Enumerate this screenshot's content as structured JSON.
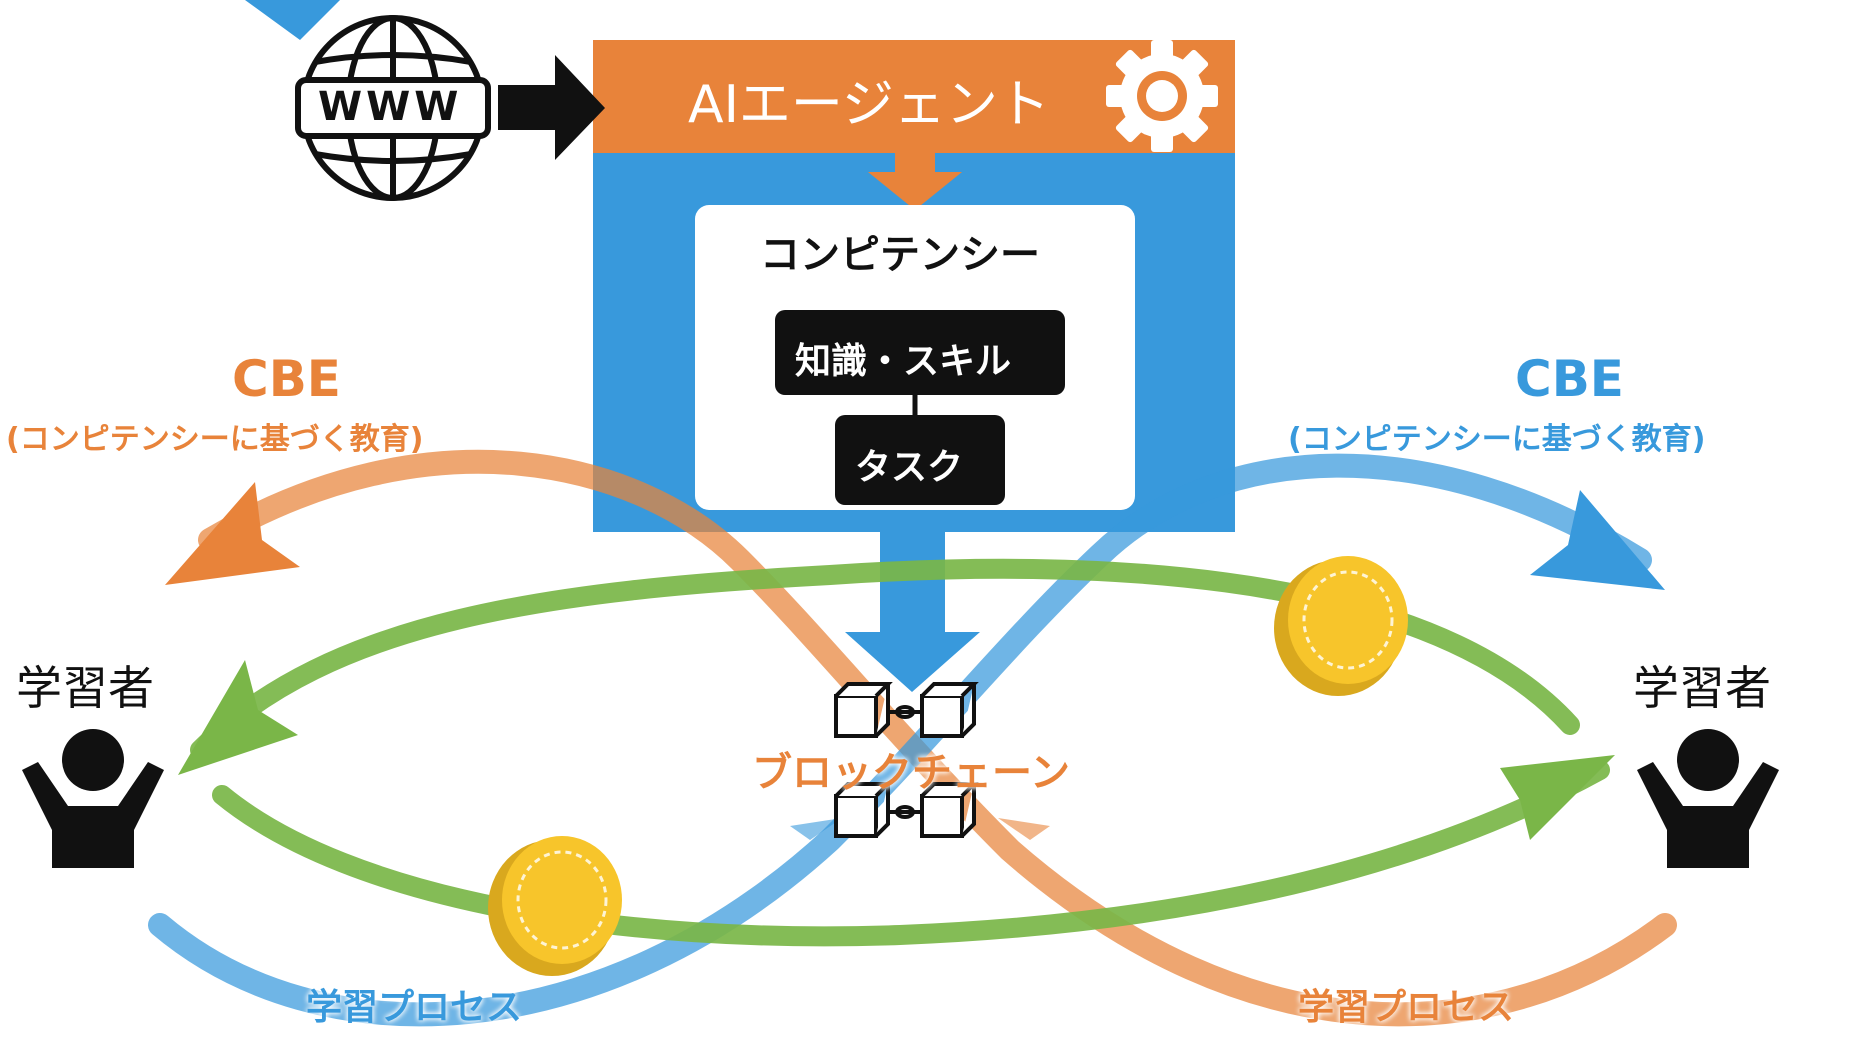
{
  "agent": {
    "title": "AIエージェント",
    "icon": "gear-icon"
  },
  "competency": {
    "title": "コンピテンシー",
    "knowledge_skill": "知識・スキル",
    "task": "タスク"
  },
  "web": {
    "icon": "www-globe-icon",
    "text": "WWW"
  },
  "cbe_left": {
    "title": "CBE",
    "subtitle": "(コンピテンシーに基づく教育)"
  },
  "cbe_right": {
    "title": "CBE",
    "subtitle": "(コンピテンシーに基づく教育)"
  },
  "learner_left": {
    "label": "学習者",
    "icon": "person-raised-arms-icon"
  },
  "learner_right": {
    "label": "学習者",
    "icon": "person-raised-arms-icon"
  },
  "blockchain": {
    "label": "ブロックチェーン",
    "icon": "blockchain-icon"
  },
  "process_left": {
    "label": "学習プロセス"
  },
  "process_right": {
    "label": "学習プロセス"
  },
  "colors": {
    "orange": "#e8833a",
    "blue": "#3899dc",
    "green": "#7ab648",
    "coin": "#f7c52b",
    "dark": "#111111"
  }
}
